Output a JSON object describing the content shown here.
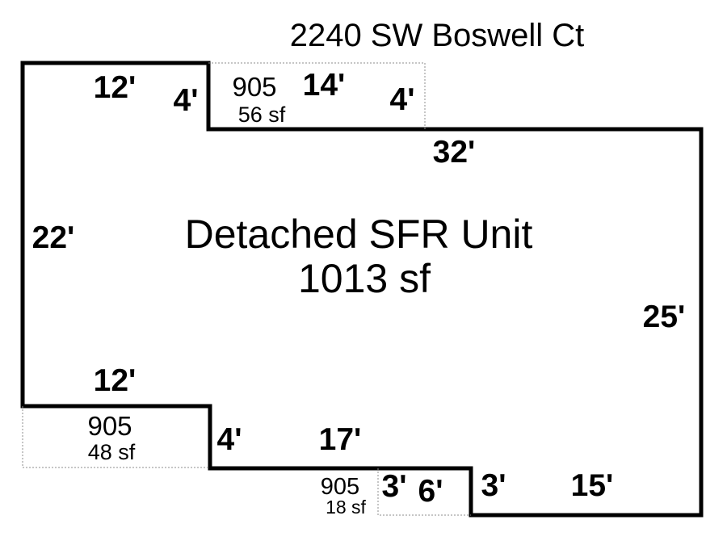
{
  "page": {
    "title": "2240 SW Boswell Ct"
  },
  "unit": {
    "name": "Detached SFR Unit",
    "area": "1013 sf"
  },
  "dims": {
    "top12": "12'",
    "topStep4": "4'",
    "porchTop14": "14'",
    "porchRight4": "4'",
    "top32": "32'",
    "left22": "22'",
    "right25": "25'",
    "bottom12": "12'",
    "bottomStep4": "4'",
    "bottom17": "17'",
    "patioLeft3": "3'",
    "patioBottom6": "6'",
    "stepRight3": "3'",
    "bottom15": "15'"
  },
  "porch": {
    "code": "905",
    "area": "56 sf"
  },
  "patio_left": {
    "code": "905",
    "area": "48 sf"
  },
  "patio_mid": {
    "code": "905",
    "area": "18 sf"
  },
  "colors": {
    "outline": "#000000",
    "dotted": "#8c8c8c",
    "background": "#ffffff"
  }
}
